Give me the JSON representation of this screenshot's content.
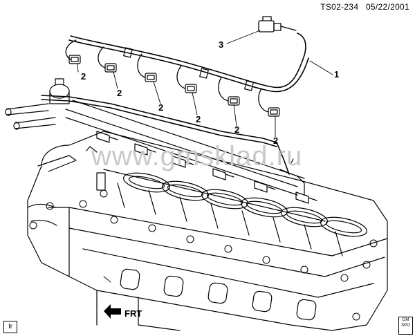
{
  "header": {
    "figure_id": "TS02-234",
    "date": "05/22/2001"
  },
  "watermark": "www.gmsklad.ru",
  "callouts": [
    {
      "id": "c1",
      "label": "1"
    },
    {
      "id": "c2a",
      "label": "2"
    },
    {
      "id": "c2b",
      "label": "2"
    },
    {
      "id": "c2c",
      "label": "2"
    },
    {
      "id": "c2d",
      "label": "2"
    },
    {
      "id": "c2e",
      "label": "2"
    },
    {
      "id": "c2f",
      "label": "2"
    },
    {
      "id": "c3",
      "label": "3"
    }
  ],
  "direction_indicator": {
    "label": "FRT"
  },
  "corner_badge": {
    "label": "Ir"
  },
  "logo": {
    "line1": "GM",
    "line2": "SPO"
  }
}
